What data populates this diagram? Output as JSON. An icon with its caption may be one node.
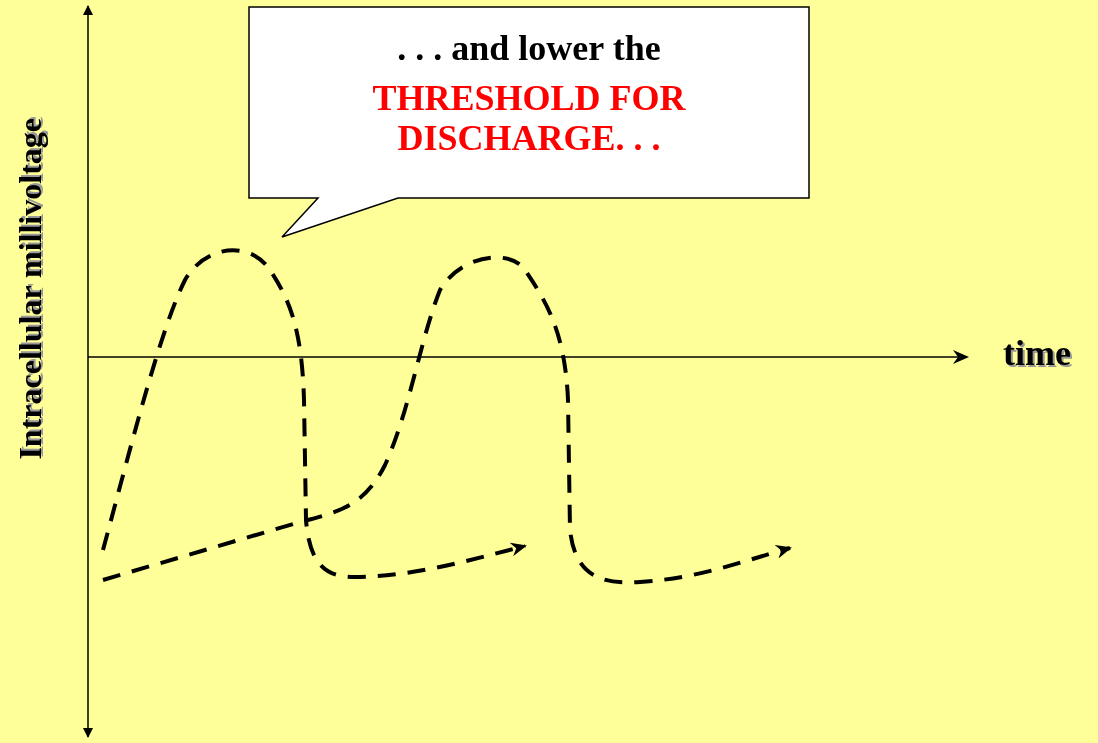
{
  "diagram": {
    "nodes": [
      {
        "text": [
          ". . . and lower the",
          "THRESHOLD FOR DISCHARGE. . ."
        ]
      }
    ],
    "labels": [
      "Intracellular millivoltage",
      "time"
    ]
  }
}
